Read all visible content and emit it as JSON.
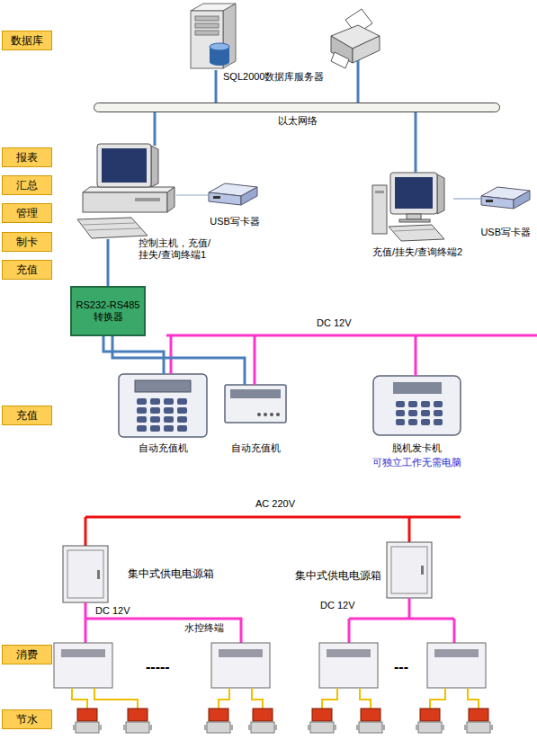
{
  "diagram": {
    "nodes": [
      {
        "text": [
          "数据库"
        ]
      },
      {
        "text": [
          "SQL2000数据库服务器"
        ]
      },
      {
        "text": [
          "以太网络"
        ]
      },
      {
        "text": [
          "报表"
        ]
      },
      {
        "text": [
          "汇总"
        ]
      },
      {
        "text": [
          "管理"
        ]
      },
      {
        "text": [
          "制卡"
        ]
      },
      {
        "text": [
          "充值"
        ]
      },
      {
        "text": [
          "控制主机，充值/ 挂失/查询终端1"
        ]
      },
      {
        "text": [
          "USB写卡器"
        ]
      },
      {
        "text": [
          "充值/挂失/查询终端2"
        ]
      },
      {
        "text": [
          "USB写卡器"
        ]
      },
      {
        "text": [
          "RS232-RS485 转换器"
        ]
      },
      {
        "text": [
          "充值"
        ]
      },
      {
        "text": [
          "自动充值机"
        ]
      },
      {
        "text": [
          "自动充值机"
        ]
      },
      {
        "text": [
          "脱机发卡机",
          "可独立工作无需电脑"
        ]
      },
      {
        "text": [
          "集中式供电电源箱"
        ]
      },
      {
        "text": [
          "集中式供电电源箱"
        ]
      },
      {
        "text": [
          "消费"
        ]
      },
      {
        "text": [
          "节水"
        ]
      }
    ],
    "edges": [
      {
        "from": 1,
        "to": 2,
        "arrow": "none"
      },
      {
        "from": 8,
        "to": 2,
        "arrow": "none"
      },
      {
        "from": 10,
        "to": 2,
        "arrow": "none"
      },
      {
        "from": 8,
        "to": 9,
        "arrow": "none"
      },
      {
        "from": 10,
        "to": 11,
        "arrow": "none"
      },
      {
        "from": 8,
        "to": 12,
        "arrow": "none"
      },
      {
        "from": 12,
        "to": 14,
        "arrow": "none"
      },
      {
        "from": 12,
        "to": 15,
        "arrow": "none"
      }
    ],
    "labels": [
      "DC 12V",
      "AC 220V",
      "DC 12V",
      "DC 12V",
      "水控终端",
      "-----",
      "---"
    ]
  }
}
